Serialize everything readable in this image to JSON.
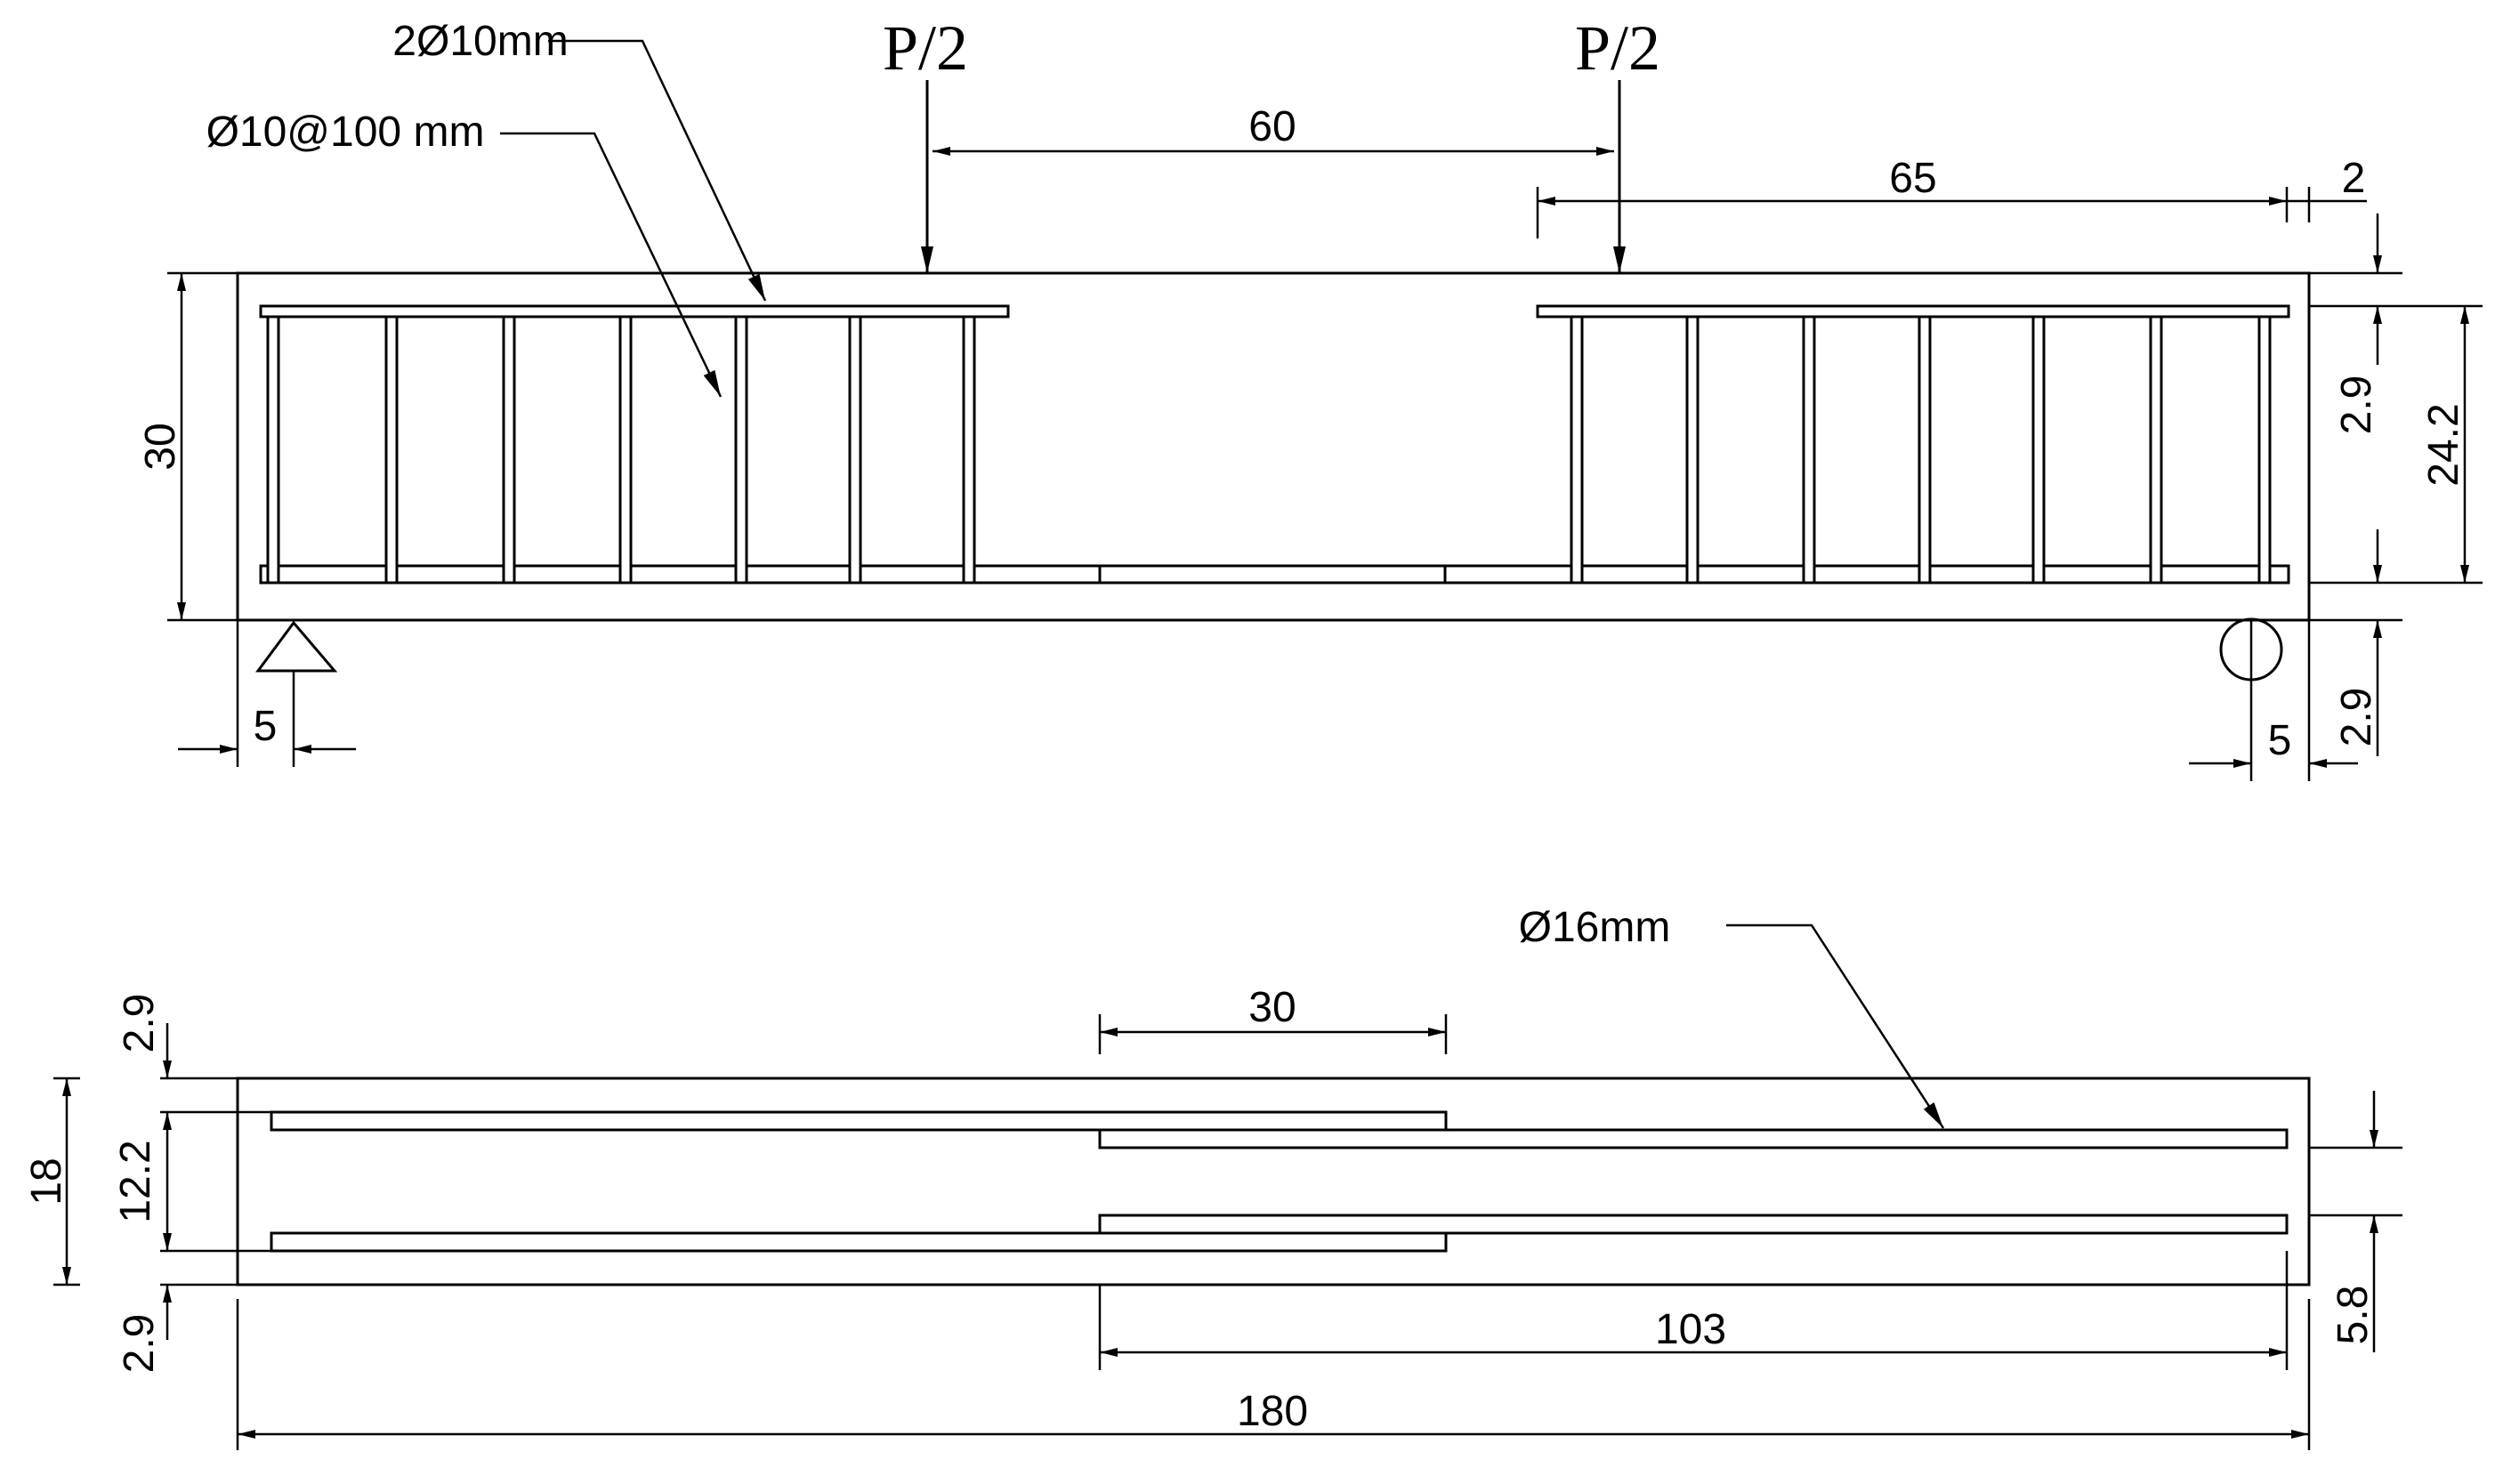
{
  "elevation": {
    "load_left": "P/2",
    "load_right": "P/2",
    "label_top_bars": "2Ø10mm",
    "label_stirrups": "Ø10@100 mm",
    "dim_load_spacing": "60",
    "dim_right_span": "65",
    "dim_end_gap": "2",
    "dim_height": "30",
    "dim_top_cover": "2.9",
    "dim_inner_height": "24.2",
    "dim_bottom_cover": "2.9",
    "dim_support_left": "5",
    "dim_support_right": "5"
  },
  "plan": {
    "label_main_bar": "Ø16mm",
    "dim_lap": "30",
    "dim_cover_top": "2.9",
    "dim_width": "18",
    "dim_bar_spacing": "12.2",
    "dim_cover_bottom": "2.9",
    "dim_side": "5.8",
    "dim_bar_length": "103",
    "dim_total_length": "180"
  }
}
